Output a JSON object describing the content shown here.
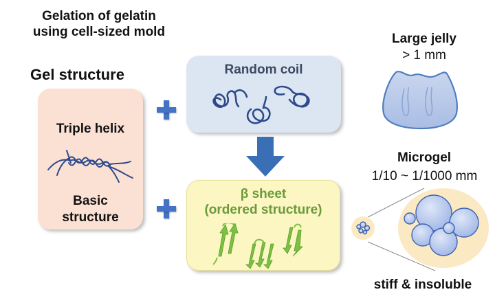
{
  "title": {
    "line1": "Gelation of gelatin",
    "line2": "using cell-sized mold"
  },
  "gel_structure": {
    "heading": "Gel structure",
    "triple_helix_label": "Triple helix",
    "basic_structure_line1": "Basic",
    "basic_structure_line2": "structure",
    "icon": "triple-helix-icon"
  },
  "random_coil": {
    "label": "Random coil",
    "icon": "random-coil-icon"
  },
  "beta_sheet": {
    "label_line1": "β sheet",
    "label_line2": "(ordered structure)",
    "icon": "beta-sheet-icon"
  },
  "large_jelly": {
    "label": "Large jelly",
    "size": "> 1 mm",
    "icon": "jelly-icon"
  },
  "microgel": {
    "label": "Microgel",
    "size": "1/10 ~ 1/1000 mm",
    "property": "stiff & insoluble",
    "icon": "microgel-icon"
  },
  "colors": {
    "accent_blue": "#4472c4",
    "helix_box": "#fbe0d4",
    "coil_box": "#dce6f2",
    "beta_box": "#fbf6c2",
    "beta_text": "#6a9a3a",
    "coil_text": "#3b4a60",
    "strand_blue": "#2e4a8c",
    "sheet_green": "#7cc142"
  }
}
